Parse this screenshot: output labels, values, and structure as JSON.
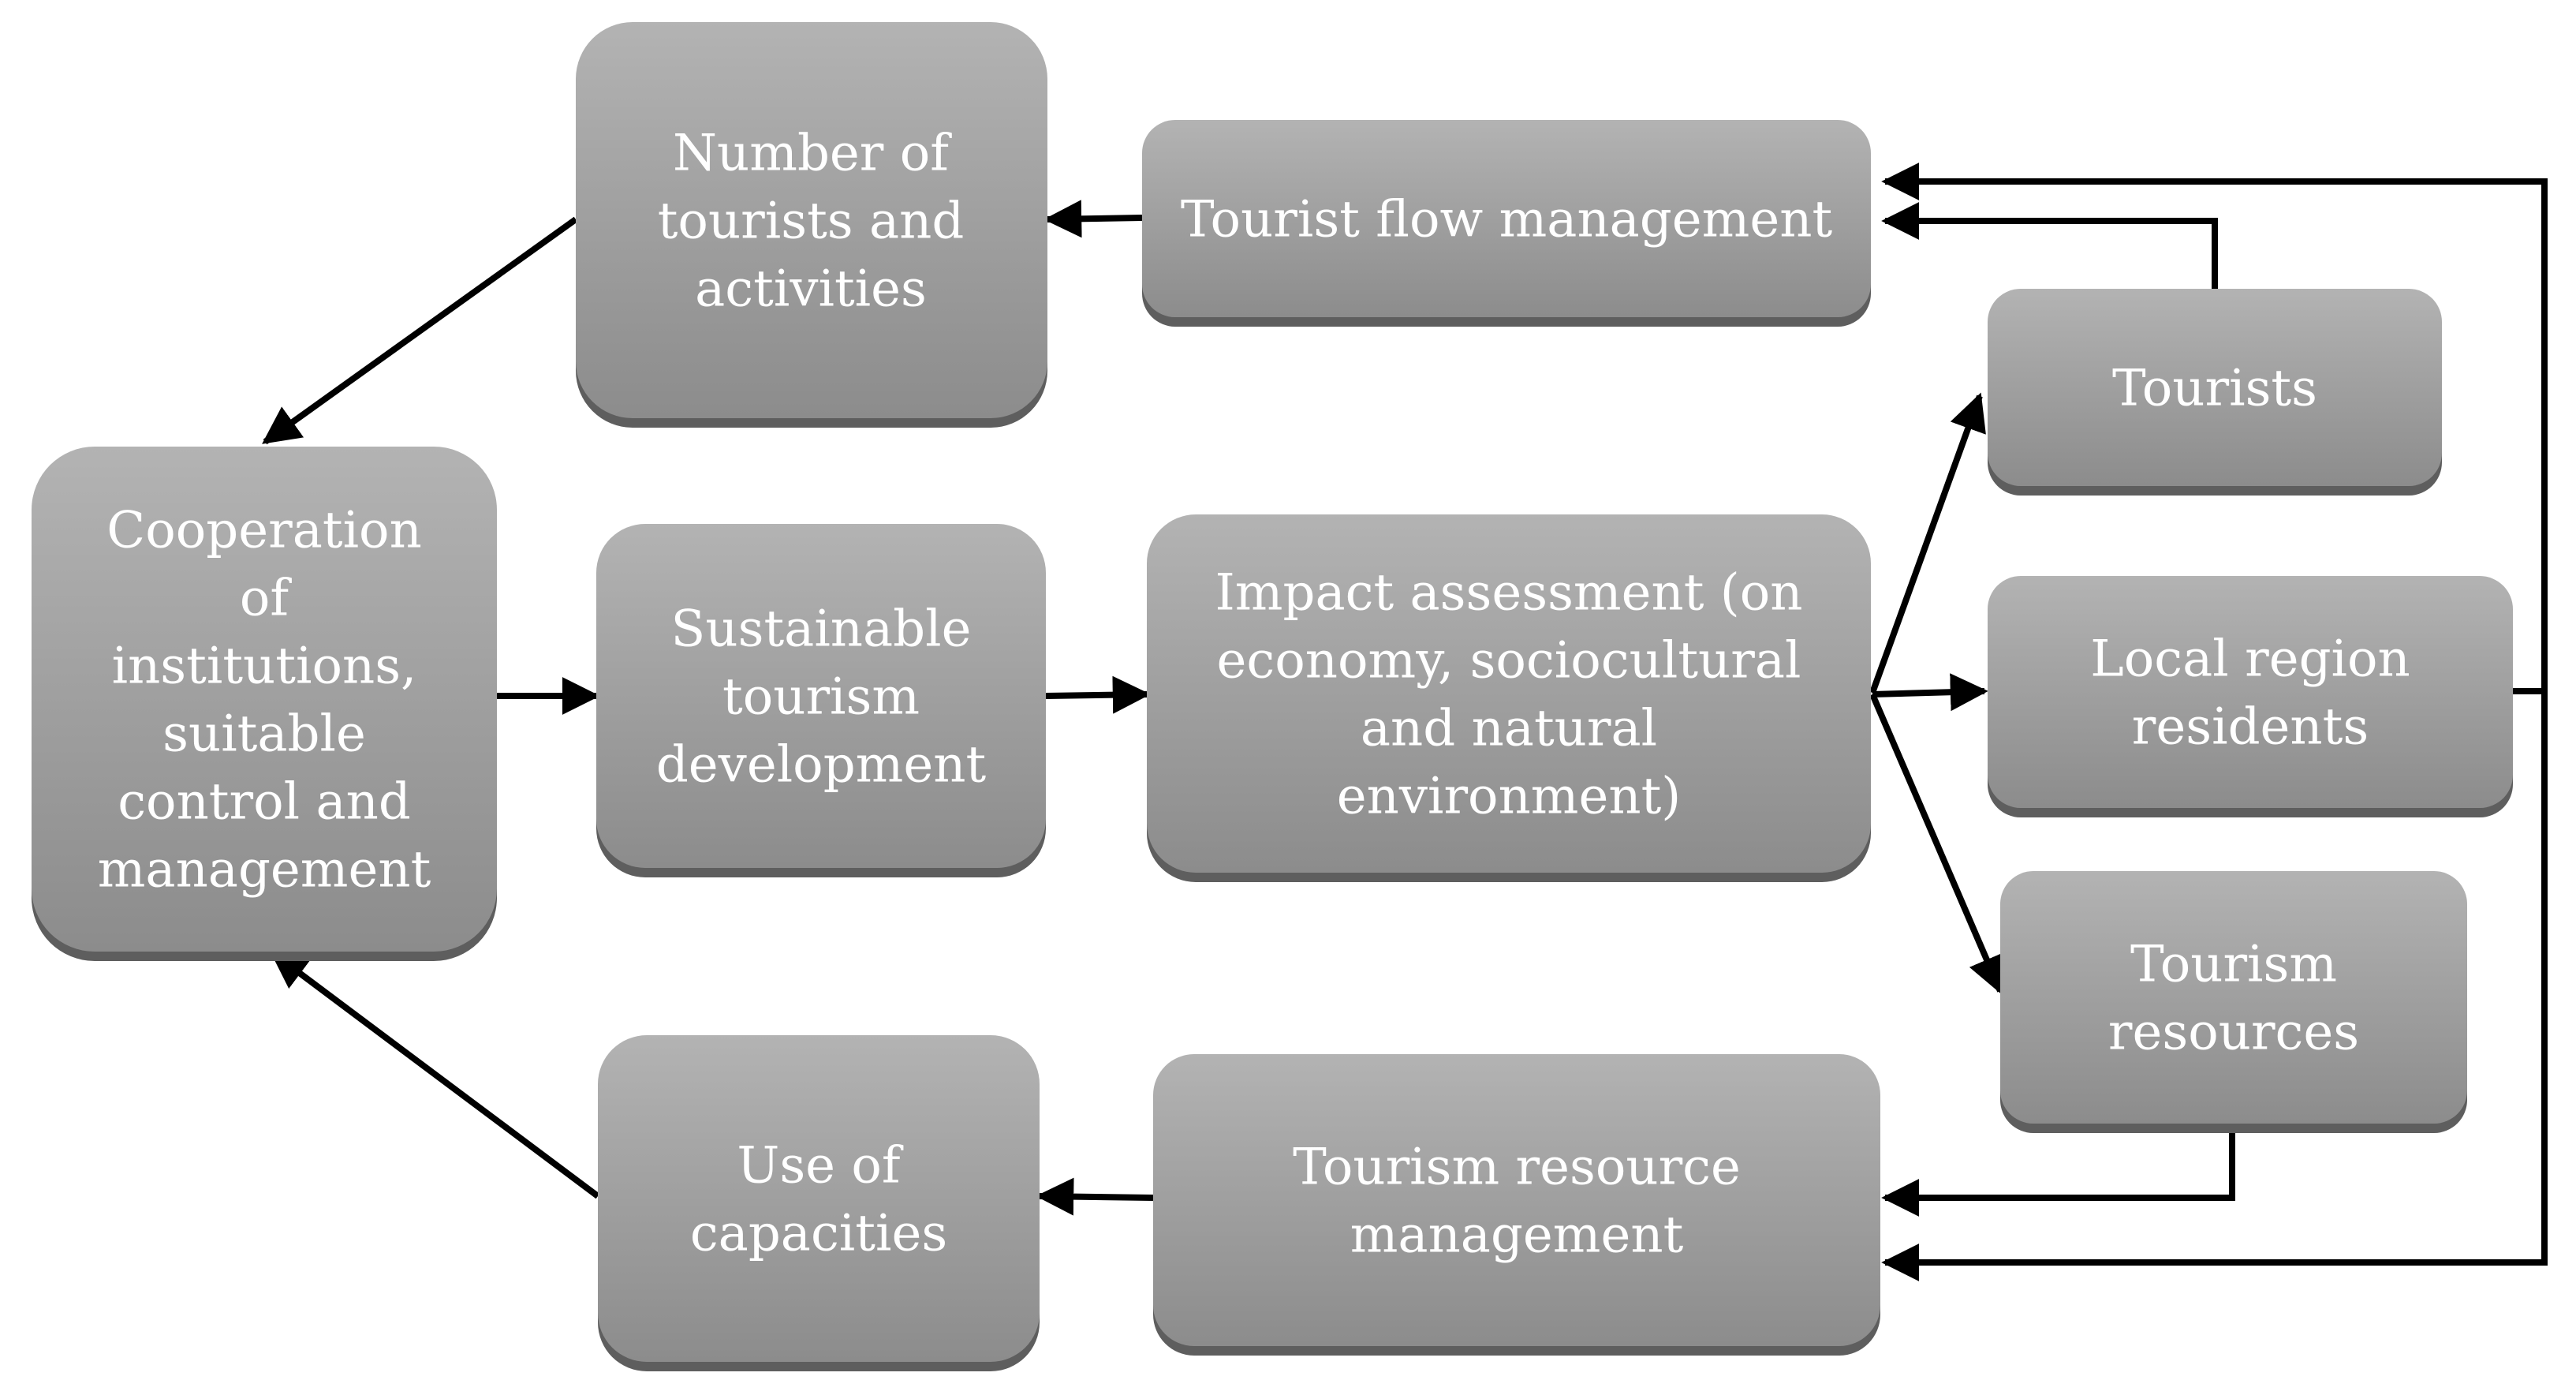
{
  "diagram": {
    "nodes": {
      "number_of_tourists": {
        "lines": [
          "Number of",
          "tourists and",
          "activities"
        ]
      },
      "tourist_flow_management": {
        "lines": [
          "Tourist flow management"
        ]
      },
      "tourists": {
        "lines": [
          "Tourists"
        ]
      },
      "cooperation": {
        "lines": [
          "Cooperation",
          "of",
          "institutions,",
          "suitable",
          "control and",
          "management"
        ]
      },
      "sustainable_development": {
        "lines": [
          "Sustainable",
          "tourism",
          "development"
        ]
      },
      "impact_assessment": {
        "lines": [
          "Impact assessment (on",
          "economy, sociocultural",
          "and natural",
          "environment)"
        ]
      },
      "local_residents": {
        "lines": [
          "Local region",
          "residents"
        ]
      },
      "tourism_resources": {
        "lines": [
          "Tourism",
          "resources"
        ]
      },
      "use_of_capacities": {
        "lines": [
          "Use of",
          "capacities"
        ]
      },
      "tourism_resource_management": {
        "lines": [
          "Tourism resource",
          "management"
        ]
      }
    },
    "colors": {
      "box_top": "#b3b3b3",
      "box_bottom": "#8c8c8c",
      "box_shadow": "#5e5e5e",
      "text": "#ffffff",
      "line": "#000000"
    }
  }
}
